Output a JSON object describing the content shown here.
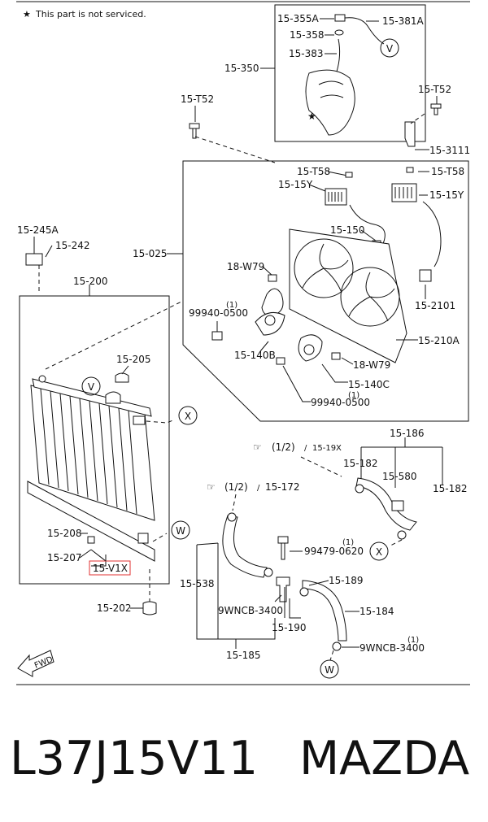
{
  "note": {
    "star": "★",
    "text": "This part is not serviced."
  },
  "callouts": {
    "c15_355a": "15-355A",
    "c15_381a": "15-381A",
    "c15_358": "15-358",
    "c15_383": "15-383",
    "c15_350": "15-350",
    "c15_t52_a": "15-T52",
    "c15_t52_b": "15-T52",
    "c15_3111": "15-3111",
    "c15_t58_a": "15-T58",
    "c15_t58_b": "15-T58",
    "c15_15y_a": "15-15Y",
    "c15_15y_b": "15-15Y",
    "c15_245a": "15-245A",
    "c15_242": "15-242",
    "c15_025": "15-025",
    "c15_150": "15-150",
    "c18_w79_a": "18-W79",
    "c15_200": "15-200",
    "c99940_a": "99940-0500",
    "c15_2101": "15-2101",
    "c15_210a": "15-210A",
    "c15_140b": "15-140B",
    "c18_w79_b": "18-W79",
    "c15_205": "15-205",
    "c15_140c": "15-140C",
    "c99940_b": "99940-0500",
    "c15_186": "15-186",
    "c15_19x": "15-19X",
    "c15_182_a": "15-182",
    "c15_580": "15-580",
    "c15_182_b": "15-182",
    "c15_172": "15-172",
    "c15_208": "15-208",
    "c99479": "99479-0620",
    "c15_207": "15-207",
    "c15_v1x": "15-V1X",
    "c15_538": "15-538",
    "c15_189": "15-189",
    "c15_202": "15-202",
    "c9wncb_a": "9WNCB-3400",
    "c15_184": "15-184",
    "c15_190": "15-190",
    "c9wncb_b": "9WNCB-3400",
    "c15_185": "15-185"
  },
  "qty": {
    "q1_a": "(1)",
    "q1_b": "(1)",
    "q1_c": "(1)",
    "q1_d": "(1)",
    "half_a": "(1/2)",
    "half_b": "(1/2)"
  },
  "markers": {
    "v_a": "V",
    "v_b": "V",
    "x_a": "X",
    "x_b": "X",
    "w_a": "W",
    "w_b": "W"
  },
  "fwd": "FWD",
  "footer": {
    "part_number": "L37J15V11",
    "brand": "MAZDA"
  },
  "colors": {
    "highlight": "#e03030",
    "ink": "#111111"
  }
}
